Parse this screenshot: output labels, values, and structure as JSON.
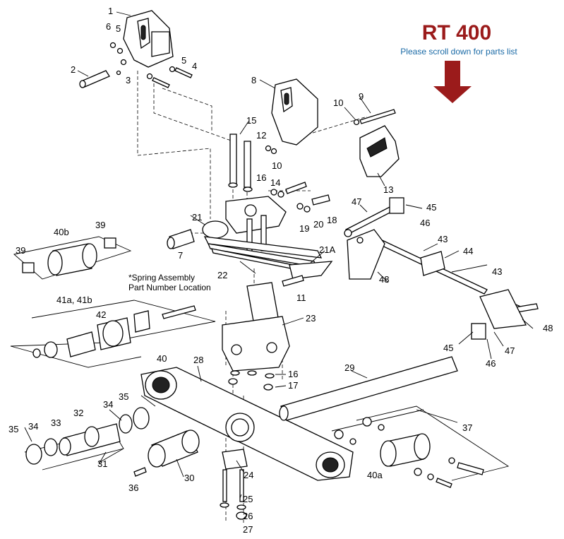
{
  "header": {
    "title": "RT 400",
    "subtitle": "Please scroll down for parts list",
    "title_color": "#9b1b1b",
    "subtitle_color": "#1a6aa6",
    "arrow_color": "#9b1b1b",
    "arrow_icon": "down-arrow-icon"
  },
  "note": {
    "line1": "*Spring Assembly",
    "line2": "Part Number Location"
  },
  "callouts": {
    "c1": "1",
    "c2": "2",
    "c3": "3",
    "c4": "4",
    "c5a": "5",
    "c5b": "5",
    "c6": "6",
    "c7": "7",
    "c8": "8",
    "c9": "9",
    "c10a": "10",
    "c10b": "10",
    "c11": "11",
    "c12": "12",
    "c13": "13",
    "c14": "14",
    "c15": "15",
    "c16a": "16",
    "c16b": "16",
    "c17": "17",
    "c18": "18",
    "c19": "19",
    "c20": "20",
    "c21": "21",
    "c21a": "21A",
    "c22": "22",
    "c23": "23",
    "c24": "24",
    "c25": "25",
    "c26": "26",
    "c27": "27",
    "c28": "28",
    "c29": "29",
    "c30": "30",
    "c31": "31",
    "c32": "32",
    "c33": "33",
    "c34a": "34",
    "c34b": "34",
    "c35a": "35",
    "c35b": "35",
    "c36": "36",
    "c37": "37",
    "c39a": "39",
    "c39b": "39",
    "c40": "40",
    "c40a": "40a",
    "c40b": "40b",
    "c41": "41a, 41b",
    "c42": "42",
    "c43a": "43",
    "c43b": "43",
    "c44": "44",
    "c45a": "45",
    "c45b": "45",
    "c46a": "46",
    "c46b": "46",
    "c47a": "47",
    "c47b": "47",
    "c48a": "48",
    "c48b": "48"
  }
}
